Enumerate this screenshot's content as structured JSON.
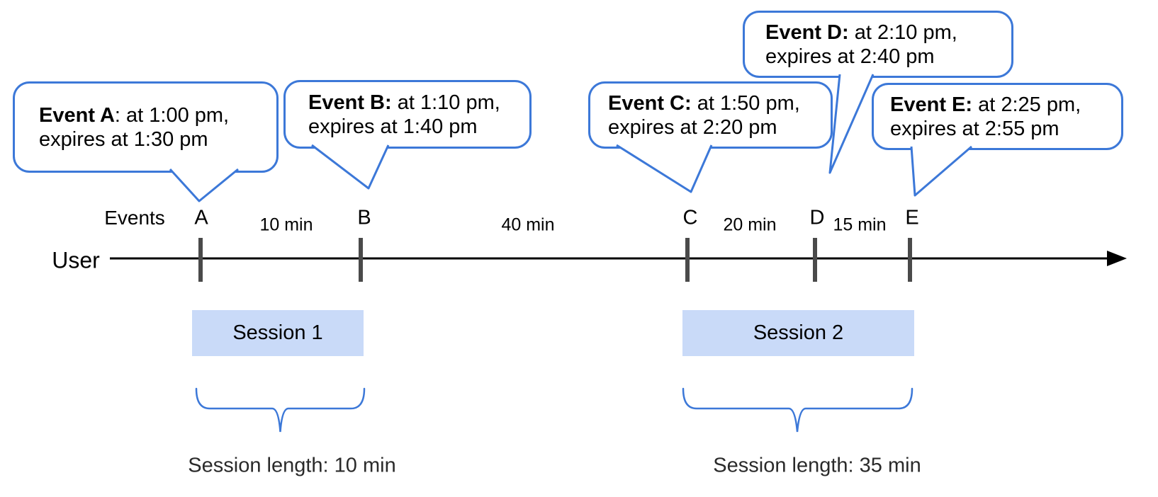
{
  "labels": {
    "events": "Events",
    "user": "User"
  },
  "bubbles": [
    {
      "bold": "Event A",
      "rest": ": at 1:00 pm,",
      "line2": "expires at 1:30 pm"
    },
    {
      "bold": "Event B:",
      "rest": " at 1:10 pm,",
      "line2": "expires at 1:40 pm"
    },
    {
      "bold": "Event C:",
      "rest": " at 1:50 pm,",
      "line2": "expires at 2:20 pm"
    },
    {
      "bold": "Event D:",
      "rest": " at 2:10 pm,",
      "line2": "expires at 2:40 pm"
    },
    {
      "bold": "Event E:",
      "rest": " at 2:25 pm,",
      "line2": "expires at 2:55 pm"
    }
  ],
  "markers": {
    "a": "A",
    "b": "B",
    "c": "C",
    "d": "D",
    "e": "E"
  },
  "intervals": {
    "ab": "10 min",
    "bc": "40 min",
    "cd": "20 min",
    "de": "15 min"
  },
  "sessions": [
    {
      "label": "Session 1",
      "length_label": "Session length: 10 min"
    },
    {
      "label": "Session 2",
      "length_label": "Session length: 35 min"
    }
  ],
  "colors": {
    "bubble_border": "#3c78d8",
    "brace": "#3c78d8",
    "session_fill": "#c9daf8",
    "tick": "#4a4a4a",
    "axis": "#000000"
  }
}
